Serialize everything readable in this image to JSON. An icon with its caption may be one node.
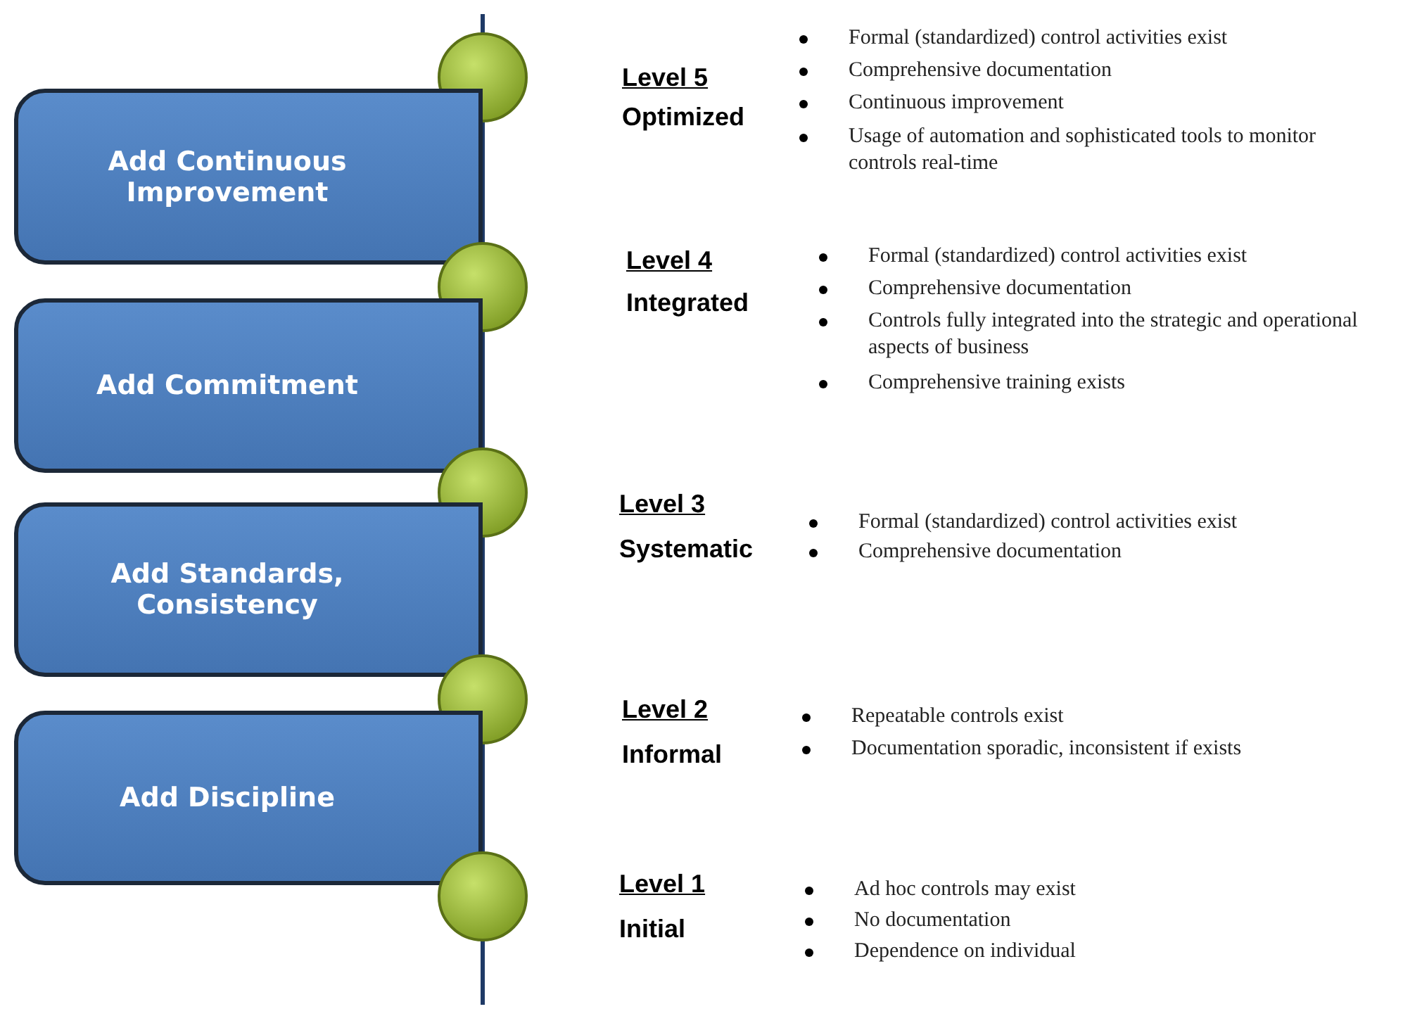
{
  "diagram": {
    "nodes": [
      {
        "text": [],
        "shape": "circle"
      },
      {
        "text": [
          "Add Continuous Improvement"
        ]
      },
      {
        "text": [],
        "shape": "circle"
      },
      {
        "text": [
          "Add Commitment"
        ]
      },
      {
        "text": [],
        "shape": "circle"
      },
      {
        "text": [
          "Add Standards, Consistency"
        ]
      },
      {
        "text": [],
        "shape": "circle"
      },
      {
        "text": [
          "Add Discipline"
        ]
      },
      {
        "text": [],
        "shape": "circle"
      }
    ],
    "edges": [
      {
        "from": null,
        "to": 0,
        "arrow": "none"
      },
      {
        "from": 0,
        "to": 2,
        "arrow": "none"
      },
      {
        "from": 2,
        "to": 4,
        "arrow": "none"
      },
      {
        "from": 4,
        "to": 6,
        "arrow": "none"
      },
      {
        "from": 6,
        "to": 8,
        "arrow": "none"
      },
      {
        "from": 8,
        "to": null,
        "arrow": "none"
      }
    ],
    "labels": [
      "Level 5",
      "Optimized",
      "Formal (standardized) control activities exist",
      "Comprehensive documentation",
      "Continuous improvement",
      "Usage of automation and sophisticated tools to monitor controls real-time",
      "Level 4",
      "Integrated",
      "Formal (standardized) control activities exist",
      "Comprehensive documentation",
      "Controls fully integrated into the strategic and operational aspects of business",
      "Comprehensive training exists",
      "Level 3",
      "Systematic",
      "Formal (standardized) control activities exist",
      "Comprehensive documentation",
      "Level 2",
      "Informal",
      "Repeatable controls exist",
      "Documentation sporadic, inconsistent if exists",
      "Level 1",
      "Initial",
      "Ad hoc controls may exist",
      "No documentation",
      "Dependence on individual"
    ]
  }
}
